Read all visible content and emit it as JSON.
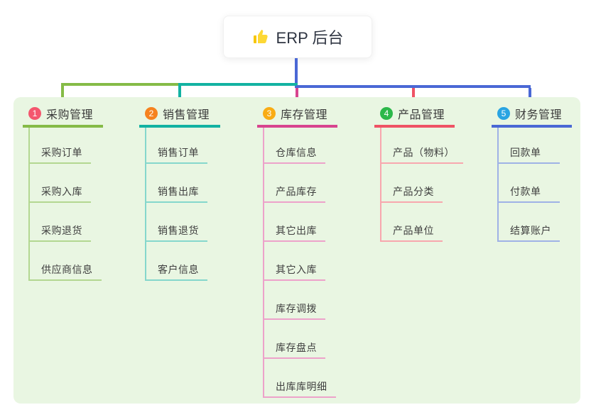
{
  "root": {
    "icon": "thumbs-up",
    "label": "ERP 后台"
  },
  "colors": {
    "panel_background": "#e9f6e2",
    "trunk_blue": "#4a68d5",
    "branch_1_line": "#85bb47",
    "branch_2_line": "#12b2a2",
    "branch_3_line": "#d8458f",
    "branch_4_line": "#ef5365",
    "branch_5_line": "#4a68d5",
    "badge_1": "#f4566e",
    "badge_2": "#f6821f",
    "badge_3": "#f9ac14",
    "badge_4": "#2cb84a",
    "badge_5": "#29a4e2"
  },
  "branches": [
    {
      "num": "1",
      "title": "采购管理",
      "items": [
        "采购订单",
        "采购入库",
        "采购退货",
        "供应商信息"
      ]
    },
    {
      "num": "2",
      "title": "销售管理",
      "items": [
        "销售订单",
        "销售出库",
        "销售退货",
        "客户信息"
      ]
    },
    {
      "num": "3",
      "title": "库存管理",
      "items": [
        "仓库信息",
        "产品库存",
        "其它出库",
        "其它入库",
        "库存调拨",
        "库存盘点",
        "出库库明细"
      ]
    },
    {
      "num": "4",
      "title": "产品管理",
      "items": [
        "产品（物料）",
        "产品分类",
        "产品单位"
      ]
    },
    {
      "num": "5",
      "title": "财务管理",
      "items": [
        "回款单",
        "付款单",
        "结算账户"
      ]
    }
  ]
}
